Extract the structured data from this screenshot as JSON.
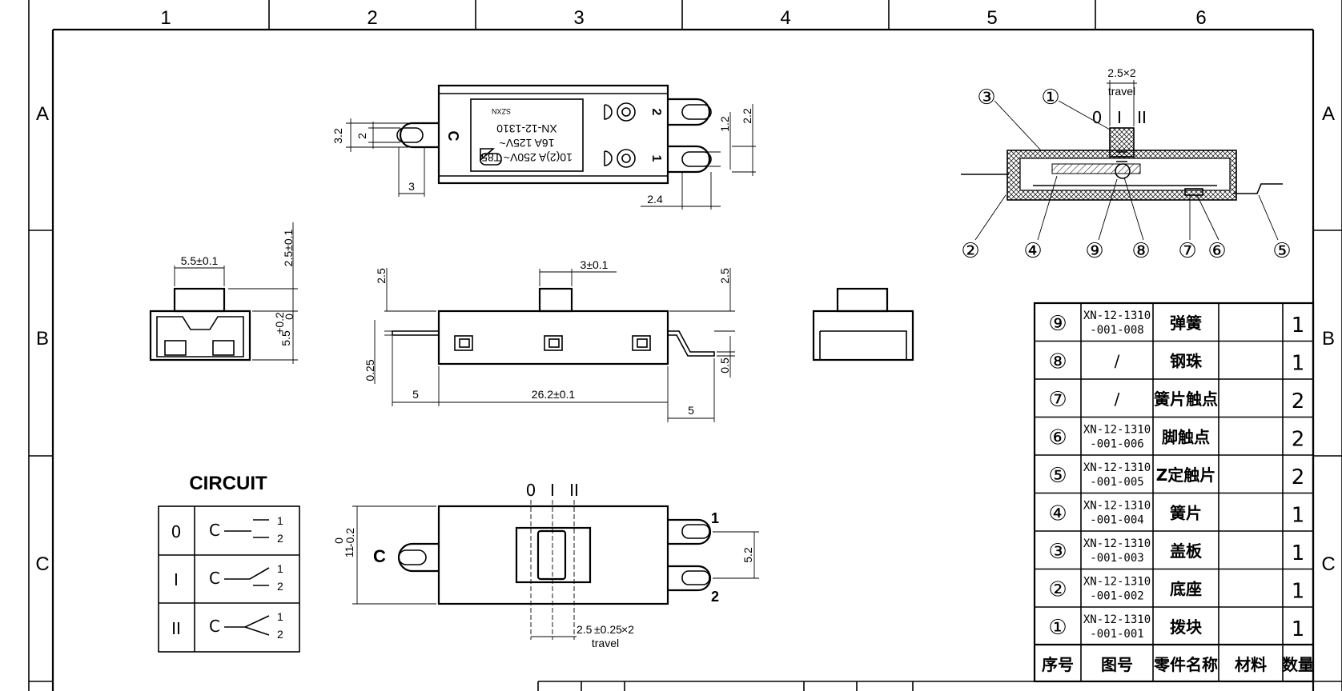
{
  "grid": {
    "columns": [
      "1",
      "2",
      "3",
      "4",
      "5",
      "6"
    ],
    "rows": [
      "A",
      "B",
      "C"
    ]
  },
  "top_view": {
    "marking": {
      "line1": "10(2)A 250V~ T85",
      "line2": "16A 125V~",
      "line3": "XN-12-1310",
      "brand": "SZXN"
    },
    "terminal_c": "C",
    "terminal_1": "1",
    "terminal_2": "2",
    "dims": {
      "tab_height": "3.2",
      "tab_inner": "2",
      "tab_length": "3",
      "slot_1": "1.2",
      "slot_2": "2.2",
      "pitch": "2.4"
    }
  },
  "side_view": {
    "dims": {
      "knob_width": "3±0.1",
      "left_height": "2.5",
      "right_height": "2.5",
      "lead_thickness": "0.25",
      "lead_offset": "0.5",
      "left_lead": "5",
      "body_length": "26.2±0.1",
      "right_lead": "5"
    }
  },
  "end_view": {
    "dims": {
      "knob_width": "5.5±0.1",
      "knob_height": "2.5±0.1",
      "body_height": "5.5",
      "body_tol_upper": "+0.2",
      "body_tol_lower": "0"
    }
  },
  "circuit": {
    "title": "CIRCUIT",
    "rows": [
      {
        "pos": "0",
        "c": "C",
        "t1": "1",
        "t2": "2"
      },
      {
        "pos": "I",
        "c": "C",
        "t1": "1",
        "t2": "2"
      },
      {
        "pos": "II",
        "c": "C",
        "t1": "1",
        "t2": "2"
      }
    ]
  },
  "bottom_view": {
    "positions": [
      "0",
      "I",
      "II"
    ],
    "terminal_c": "C",
    "terminal_1": "1",
    "terminal_2": "2",
    "dims": {
      "height": "11",
      "height_tol_upper": "0",
      "height_tol_lower": "-0.2",
      "pitch": "5.2",
      "travel_value": "2.5",
      "travel_tol": "±0.25",
      "travel_mult": "×2",
      "travel_word": "travel"
    }
  },
  "section_view": {
    "travel_value": "2.5×2",
    "travel_word": "travel",
    "positions": [
      "0",
      "I",
      "II"
    ],
    "callouts": [
      "③",
      "①",
      "②",
      "④",
      "⑨",
      "⑧",
      "⑦",
      "⑥",
      "⑤"
    ]
  },
  "bom": {
    "header": {
      "no": "序号",
      "drawing": "图号",
      "name": "零件名称",
      "material": "材料",
      "qty": "数量"
    },
    "rows": [
      {
        "no": "⑨",
        "code1": "XN-12-1310",
        "code2": "-001-008",
        "name": "弹簧",
        "material": "",
        "qty": "1"
      },
      {
        "no": "⑧",
        "code1": "/",
        "code2": "",
        "name": "钢珠",
        "material": "",
        "qty": "1"
      },
      {
        "no": "⑦",
        "code1": "/",
        "code2": "",
        "name": "簧片触点",
        "material": "",
        "qty": "2"
      },
      {
        "no": "⑥",
        "code1": "XN-12-1310",
        "code2": "-001-006",
        "name": "脚触点",
        "material": "",
        "qty": "2"
      },
      {
        "no": "⑤",
        "code1": "XN-12-1310",
        "code2": "-001-005",
        "name": "Z定触片",
        "material": "",
        "qty": "2"
      },
      {
        "no": "④",
        "code1": "XN-12-1310",
        "code2": "-001-004",
        "name": "簧片",
        "material": "",
        "qty": "1"
      },
      {
        "no": "③",
        "code1": "XN-12-1310",
        "code2": "-001-003",
        "name": "盖板",
        "material": "",
        "qty": "1"
      },
      {
        "no": "②",
        "code1": "XN-12-1310",
        "code2": "-001-002",
        "name": "底座",
        "material": "",
        "qty": "1"
      },
      {
        "no": "①",
        "code1": "XN-12-1310",
        "code2": "-001-001",
        "name": "拨块",
        "material": "",
        "qty": "1"
      }
    ]
  }
}
